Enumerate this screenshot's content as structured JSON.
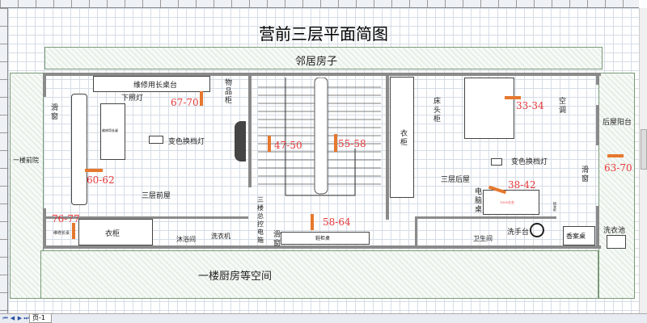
{
  "title": "营前三层平面简图",
  "areas": {
    "neighbor": "邻居房子",
    "front_yard": "一楼前院",
    "kitchen_below": "一楼厨房等空间",
    "back_balcony": "后屋阳台",
    "front_room": "三层前屋",
    "back_room": "三层后屋"
  },
  "front_room": {
    "long_table": "维修用长桌台",
    "downlight": "下照灯",
    "storage_cabinet": "物品柜",
    "sliding_window": "滑窗",
    "desk_small": "维修用长桌",
    "color_lamp": "变色换档灯",
    "wardrobe": "衣柜",
    "small_table": "维修长桌",
    "bathroom": "沐浴间",
    "washer": "洗衣机"
  },
  "stair_area": {
    "panel": "三楼总控电箱",
    "sliding_window": "滑窗",
    "shoe_cabinet": "鞋柜桌",
    "wardrobe": "衣柜"
  },
  "back_room": {
    "bedside": "床头柜",
    "ac": "空调",
    "color_lamp": "变色换档灯",
    "sliding_window": "滑窗",
    "computer_desk": "电脑桌",
    "desk_note": "1000左右",
    "toilet": "卫生间",
    "sink": "洗手台",
    "shelf": "梳妆柜",
    "incense_table": "香案桌",
    "laundry_sink": "洗衣池"
  },
  "markers": [
    "67-70",
    "60-62",
    "76-77",
    "47-50",
    "55-58",
    "58-64",
    "33-34",
    "38-42",
    "63-70"
  ],
  "marker_color": "#e6782e",
  "label_color": "#e8393a",
  "status": {
    "page_tab": "页-1"
  }
}
